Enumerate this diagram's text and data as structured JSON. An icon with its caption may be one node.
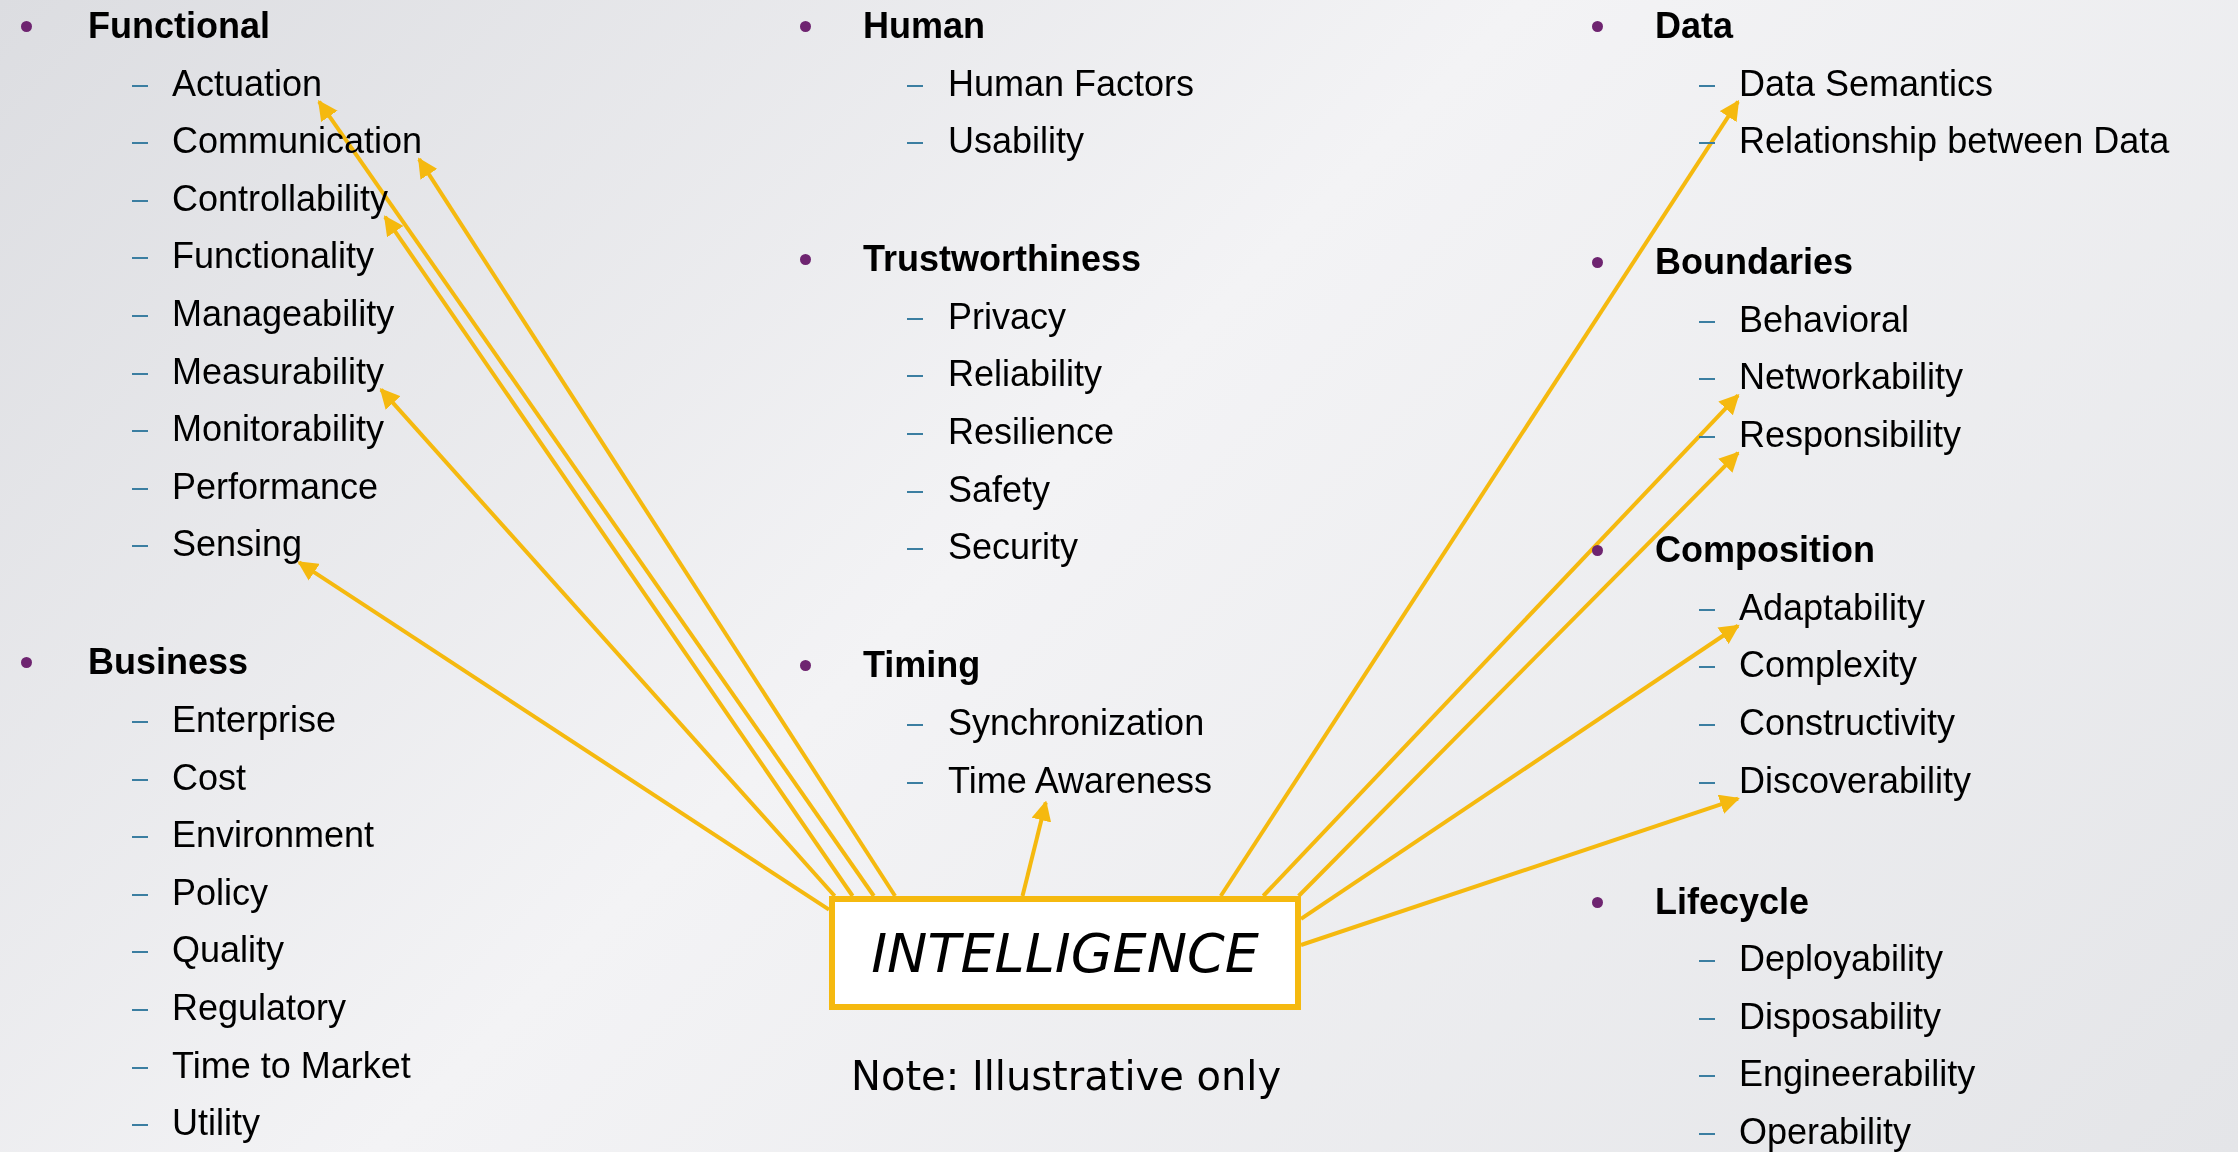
{
  "diagram": {
    "nodes": [
      {
        "text": [
          "INTELLIGENCE"
        ]
      },
      {
        "text": [
          "Actuation"
        ]
      },
      {
        "text": [
          "Communication"
        ]
      },
      {
        "text": [
          "Controllability"
        ]
      },
      {
        "text": [
          "Measurability"
        ]
      },
      {
        "text": [
          "Sensing"
        ]
      },
      {
        "text": [
          "Time Awareness"
        ]
      },
      {
        "text": [
          "Data Semantics"
        ]
      },
      {
        "text": [
          "Networkability"
        ]
      },
      {
        "text": [
          "Responsibility"
        ]
      },
      {
        "text": [
          "Adaptability"
        ]
      },
      {
        "text": [
          "Discoverability"
        ]
      }
    ],
    "edges": [
      {
        "from": 0,
        "to": 1,
        "arrow": "to"
      },
      {
        "from": 0,
        "to": 2,
        "arrow": "to"
      },
      {
        "from": 0,
        "to": 3,
        "arrow": "to"
      },
      {
        "from": 0,
        "to": 4,
        "arrow": "to"
      },
      {
        "from": 0,
        "to": 5,
        "arrow": "to"
      },
      {
        "from": 0,
        "to": 6,
        "arrow": "to"
      },
      {
        "from": 0,
        "to": 7,
        "arrow": "to"
      },
      {
        "from": 0,
        "to": 8,
        "arrow": "to"
      },
      {
        "from": 0,
        "to": 9,
        "arrow": "to"
      },
      {
        "from": 0,
        "to": 10,
        "arrow": "to"
      },
      {
        "from": 0,
        "to": 11,
        "arrow": "to"
      }
    ],
    "labels": [
      "Functional",
      "Functionality",
      "Manageability",
      "Monitorability",
      "Performance",
      "Business",
      "Enterprise",
      "Cost",
      "Environment",
      "Policy",
      "Quality",
      "Regulatory",
      "Time to Market",
      "Utility",
      "Human",
      "Human Factors",
      "Usability",
      "Trustworthiness",
      "Privacy",
      "Reliability",
      "Resilience",
      "Safety",
      "Security",
      "Timing",
      "Synchronization",
      "Note: Illustrative only",
      "Data",
      "Relationship between Data",
      "Boundaries",
      "Behavioral",
      "Composition",
      "Complexity",
      "Constructivity",
      "Lifecycle",
      "Deployability",
      "Disposability",
      "Engineerability",
      "Operability"
    ]
  }
}
